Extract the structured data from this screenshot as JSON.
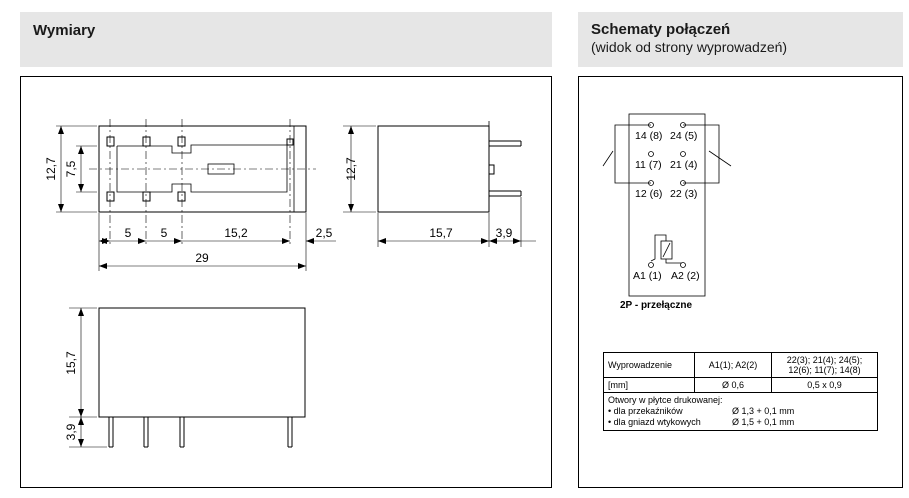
{
  "header_left": {
    "title": "Wymiary"
  },
  "header_right": {
    "title": "Schematy połączeń",
    "subtitle": "(widok od strony wyprowadzeń)"
  },
  "dimensions": {
    "top_view": {
      "height": "12,7",
      "inner_height": "7,5",
      "pitch_a": "5",
      "pitch_b": "5",
      "pitch_c": "15,2",
      "offset": "2,5",
      "length": "29"
    },
    "side_view": {
      "height": "12,7",
      "depth": "15,7",
      "pin_length": "3,9"
    },
    "front_view": {
      "body_height": "15,7",
      "pin_length": "3,9"
    }
  },
  "schematic": {
    "pins": [
      "14 (8)",
      "24 (5)",
      "11 (7)",
      "21 (4)",
      "12 (6)",
      "22 (3)"
    ],
    "coil_pins": [
      "A1 (1)",
      "A2 (2)"
    ],
    "caption": "2P - przełączne"
  },
  "pin_table": {
    "header": {
      "label": "Wyprowadzenie",
      "coil": "A1(1); A2(2)",
      "contacts_line1": "22(3); 21(4); 24(5);",
      "contacts_line2": "12(6); 11(7); 14(8)"
    },
    "mm_row": {
      "label": "[mm]",
      "coil": "Ø 0,6",
      "contacts": "0,5 x 0,9"
    },
    "notes": {
      "title": "Otwory w płytce drukowanej:",
      "items": [
        {
          "label": "• dla przekaźników",
          "value": "Ø 1,3 + 0,1 mm"
        },
        {
          "label": "• dla gniazd wtykowych",
          "value": "Ø 1,5 + 0,1 mm"
        }
      ]
    }
  }
}
